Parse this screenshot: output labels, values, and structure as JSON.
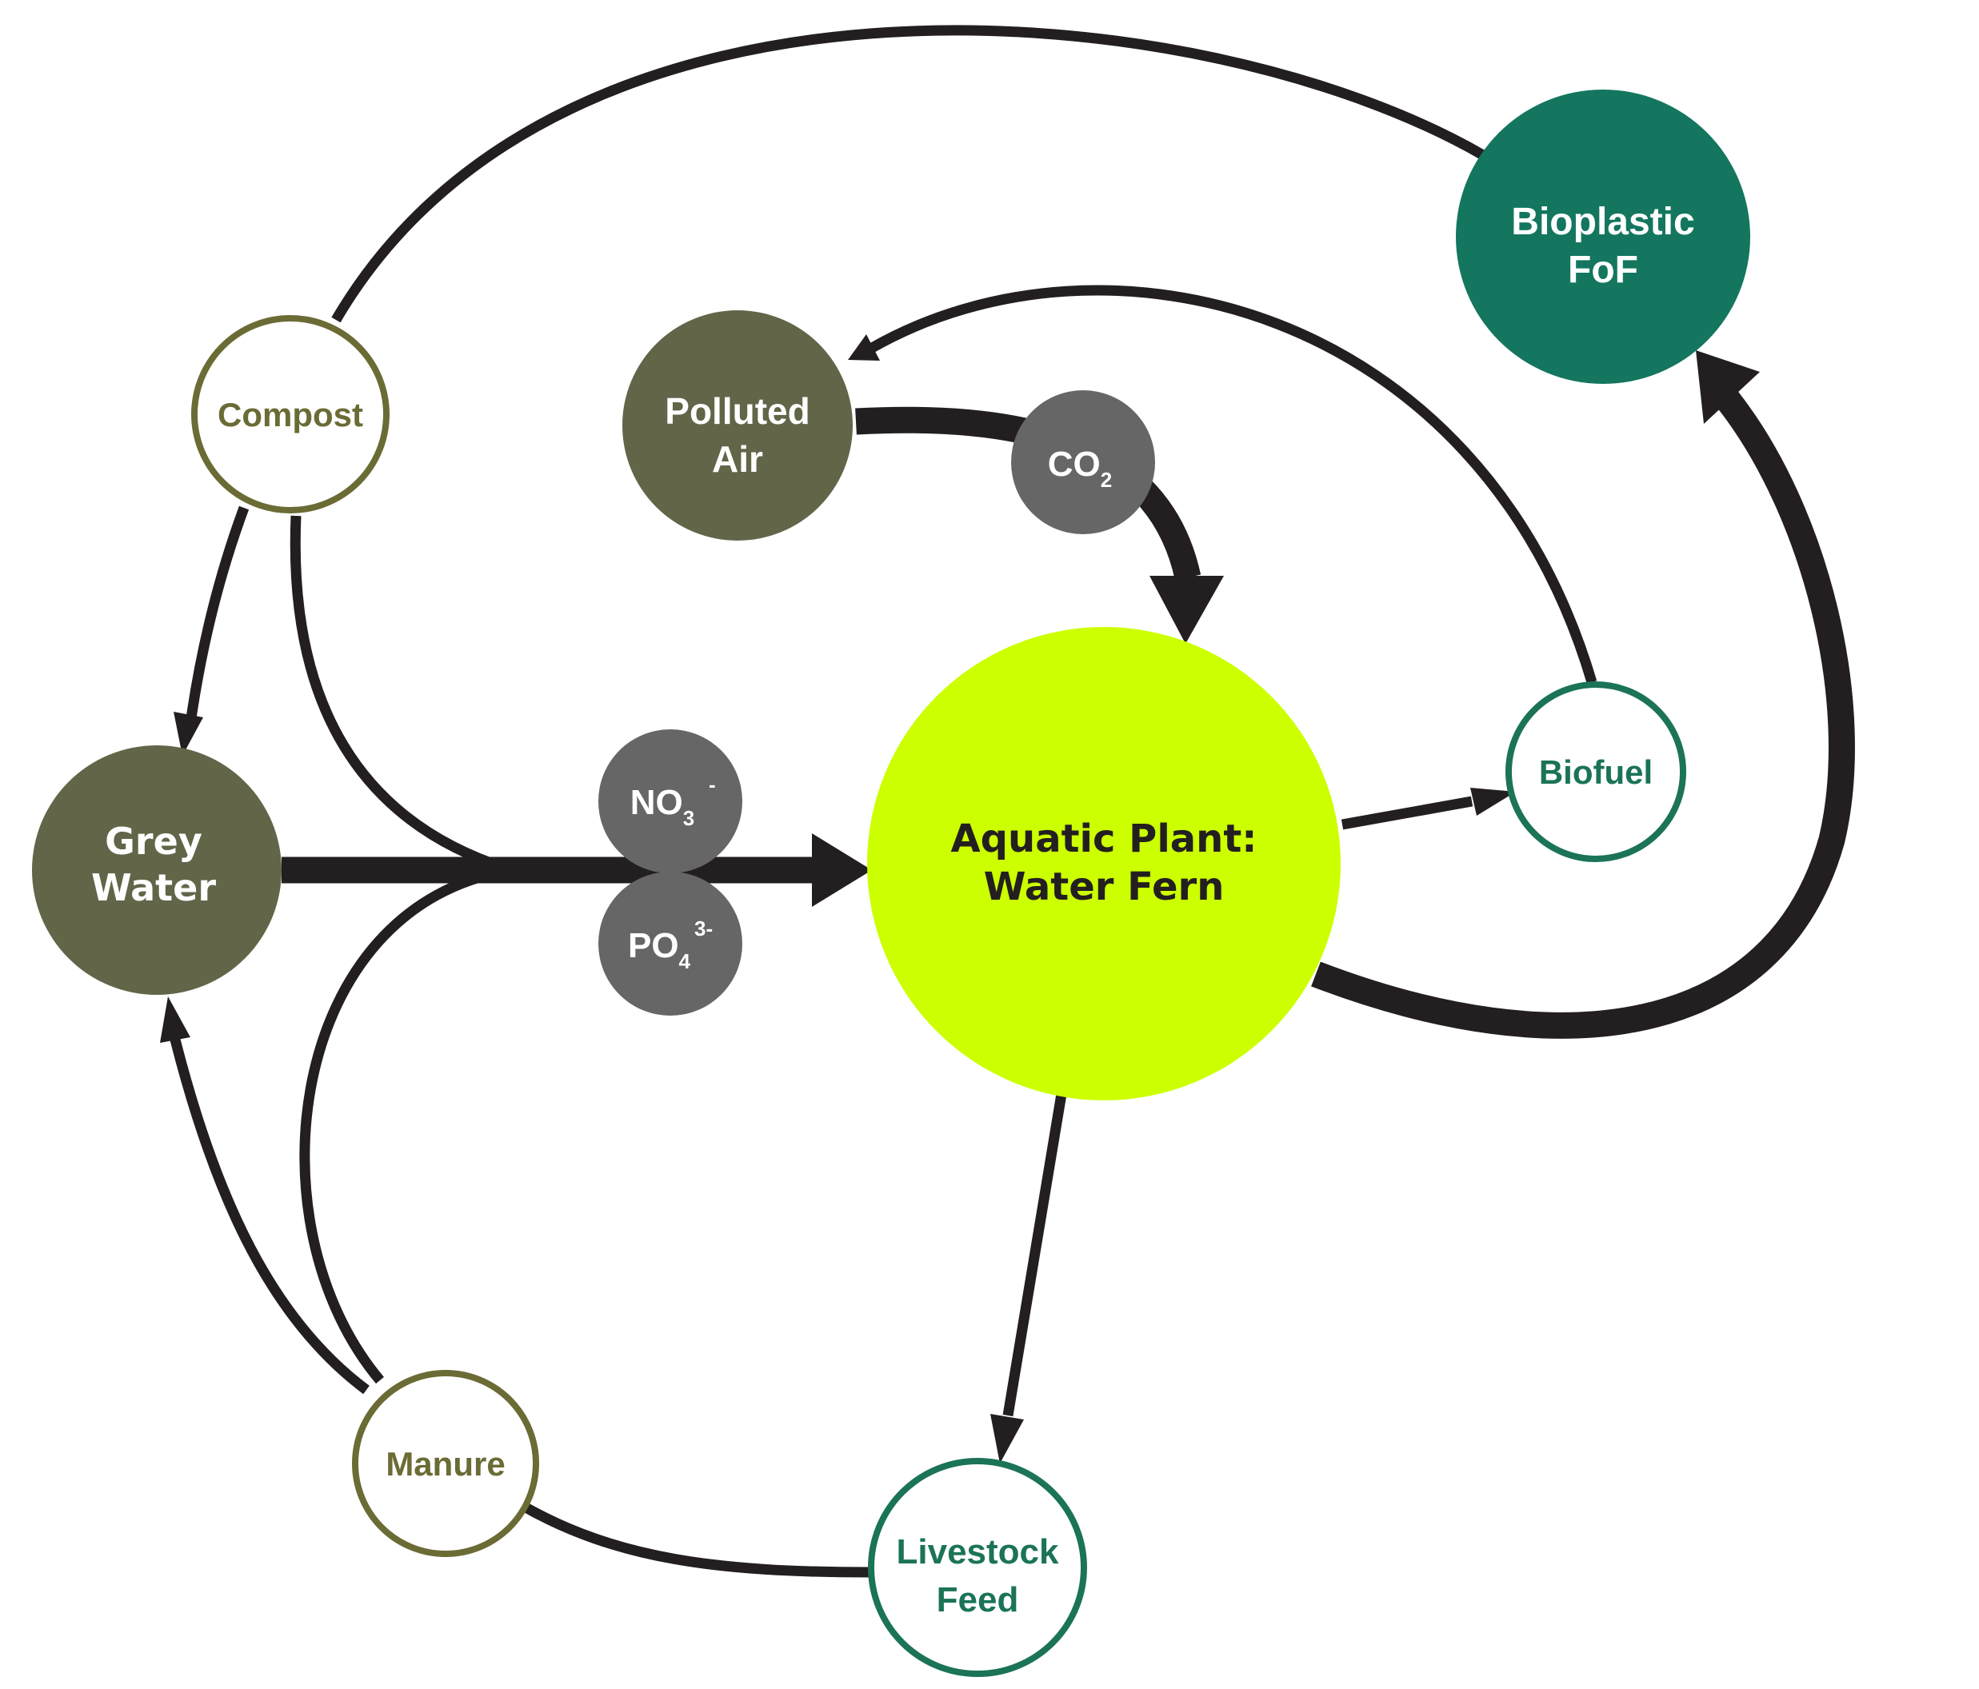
{
  "colors": {
    "arrow": "#231f20",
    "dark_olive": "#626548",
    "grey": "#666666",
    "lime": "#ccff00",
    "teal": "#14765f",
    "olive_outline": "#6b6b35",
    "teal_outline": "#1b7358"
  },
  "nodes": {
    "aquatic_plant": {
      "line1": "Aquatic Plant:",
      "line2": "Water Fern"
    },
    "grey_water": {
      "line1": "Grey",
      "line2": "Water"
    },
    "polluted_air": {
      "line1": "Polluted",
      "line2": "Air"
    },
    "bioplastic": {
      "line1": "Bioplastic",
      "line2": "FoF"
    },
    "compost": {
      "label": "Compost"
    },
    "manure": {
      "label": "Manure"
    },
    "biofuel": {
      "label": "Biofuel"
    },
    "livestock_feed": {
      "line1": "Livestock",
      "line2": "Feed"
    }
  },
  "molecules": {
    "co2": {
      "base": "CO",
      "sub": "2"
    },
    "no3": {
      "base": "NO",
      "sub": "3",
      "sup": "-"
    },
    "po4": {
      "base": "PO",
      "sub": "4",
      "sup": "3-"
    }
  }
}
